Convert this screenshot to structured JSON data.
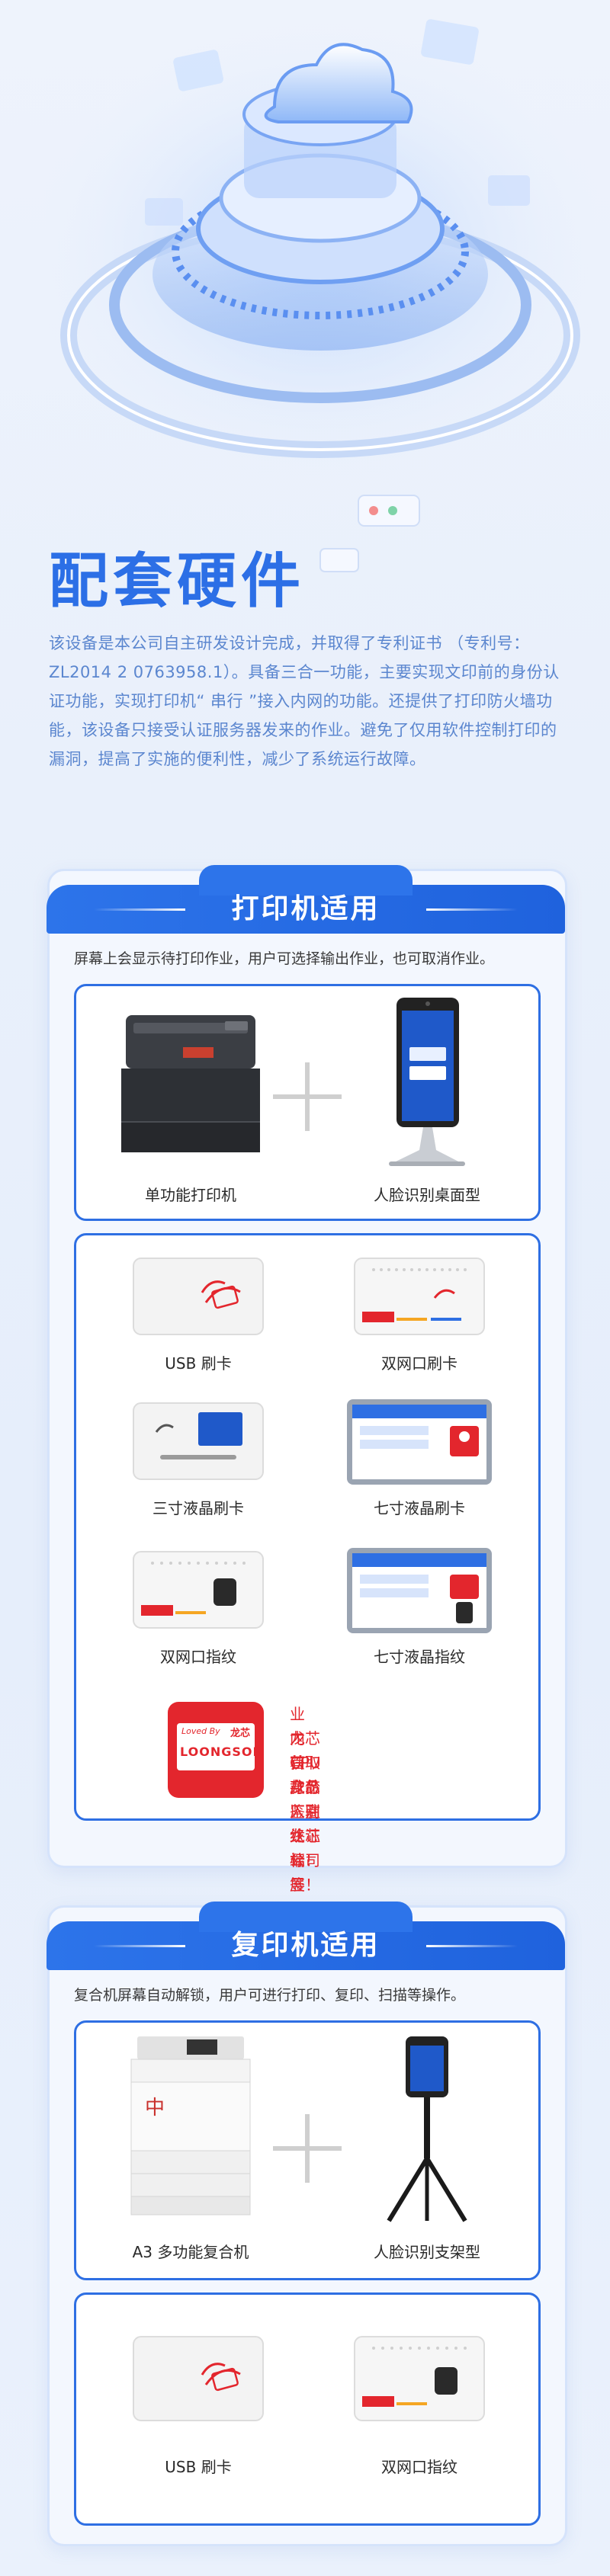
{
  "hero": {
    "title": "配套硬件",
    "intro": "该设备是本公司自主研发设计完成，并取得了专利证书 （专利号： ZL2014 2 0763958.1）。具备三合一功能，主要实现文印前的身份认证功能，实现打印机“ 串行 ”接入内网的功能。还提供了打印防火墙功能，该设备只接受认证服务器发来的作业。避免了仅用软件控制打印的漏洞，提高了实施的便利性，减少了系统运行故障。"
  },
  "colors": {
    "accent": "#2e6fe3",
    "intro_text": "#5b86cf",
    "highlight": "#e3262d"
  },
  "printer_section": {
    "title": "打印机适用",
    "description": "屏幕上会显示待打印作业，用户可选择输出作业，也可取消作业。",
    "devices": [
      {
        "label": "单功能打印机",
        "icon": "printer-icon"
      },
      {
        "label": "人脸识别桌面型",
        "icon": "face-terminal-desktop-icon"
      }
    ],
    "readers": [
      {
        "label": "USB 刷卡",
        "icon": "usb-card-reader-icon"
      },
      {
        "label": "双网口刷卡",
        "icon": "dual-port-card-reader-icon"
      },
      {
        "label": "三寸液晶刷卡",
        "icon": "lcd3-card-reader-icon"
      },
      {
        "label": "七寸液晶刷卡",
        "icon": "lcd7-card-reader-icon"
      },
      {
        "label": "双网口指纹",
        "icon": "dual-port-fingerprint-icon"
      },
      {
        "label": "七寸液晶指纹",
        "icon": "lcd7-fingerprint-icon"
      }
    ],
    "loongson": {
      "badge_line1": "Loved By",
      "badge_cn": "龙芯",
      "badge_brand": "LOONGSON",
      "lines": [
        "业内首款",
        "龙芯 CPU 身份鉴别终端！",
        "获取龙芯厂商认证标签！",
        "产品入驻龙芯公司展厅！"
      ]
    }
  },
  "copier_section": {
    "title": "复印机适用",
    "description": "复合机屏幕自动解锁，用户可进行打印、复印、扫描等操作。",
    "devices": [
      {
        "label": "A3 多功能复合机",
        "icon": "mfp-copier-icon"
      },
      {
        "label": "人脸识别支架型",
        "icon": "face-terminal-tripod-icon"
      }
    ],
    "readers": [
      {
        "label": "USB 刷卡",
        "icon": "usb-card-reader-icon"
      },
      {
        "label": "双网口指纹",
        "icon": "dual-port-fingerprint-icon"
      }
    ]
  }
}
